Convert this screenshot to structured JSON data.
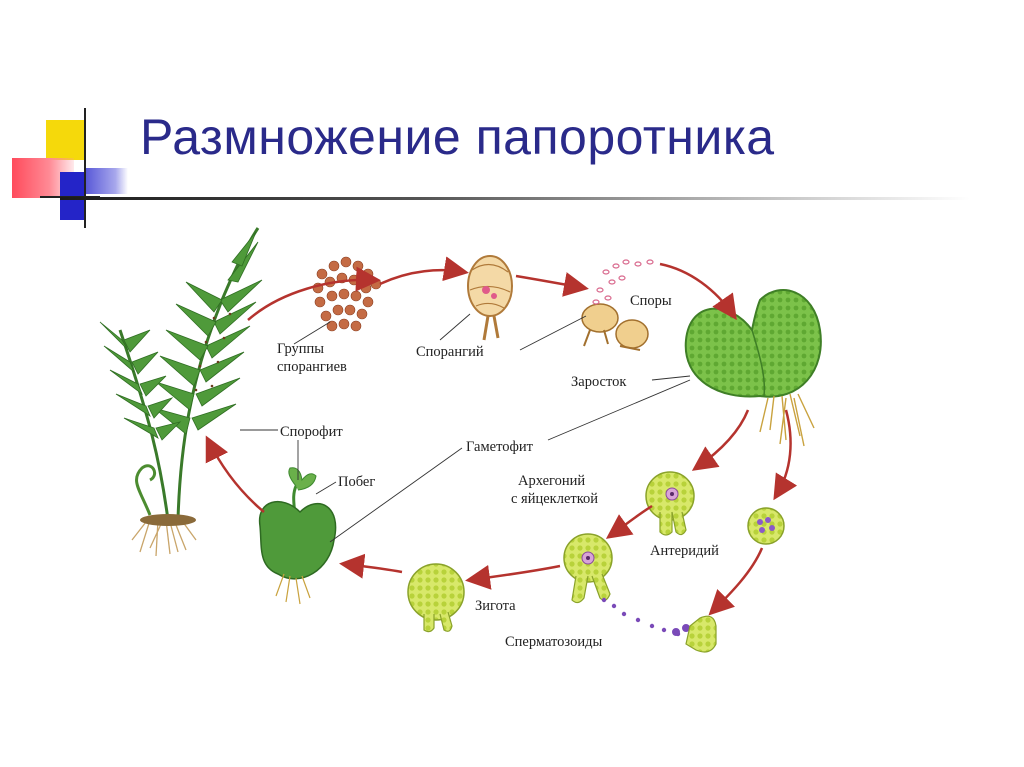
{
  "slide": {
    "title": "Размножение папоротника"
  },
  "labels": {
    "sorus_groups_line1": "Группы",
    "sorus_groups_line2": "спорангиев",
    "sporangium": "Спорангий",
    "spores": "Споры",
    "prothallus": "Заросток",
    "sporophyte": "Спорофит",
    "gametophyte": "Гаметофит",
    "shoot": "Побег",
    "archegonium_line1": "Архегоний",
    "archegonium_line2": "с яйцеклеткой",
    "antheridium": "Антеридий",
    "zygote": "Зигота",
    "sperm": "Сперматозоиды"
  },
  "colors": {
    "title": "#2a2a8a",
    "arrow": "#b5332e",
    "leaf": "#3c8d3c",
    "sorus": "#b8603a"
  }
}
